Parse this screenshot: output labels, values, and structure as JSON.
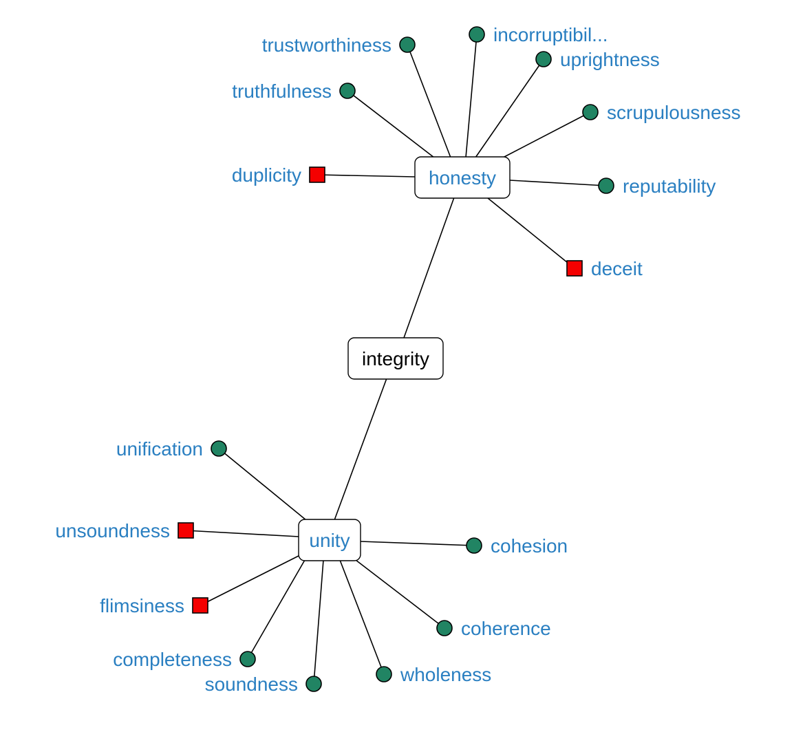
{
  "colors": {
    "label": "#2a7fc1",
    "root_label": "#000000",
    "synonym_node": "#218463",
    "antonym_node": "#f50000"
  },
  "root": {
    "id": "integrity",
    "label": "integrity"
  },
  "hubs": [
    {
      "id": "honesty",
      "label": "honesty",
      "leaves": [
        {
          "id": "trustworthiness",
          "label": "trustworthiness",
          "kind": "synonym"
        },
        {
          "id": "incorruptibility",
          "label": "incorruptibil...",
          "kind": "synonym"
        },
        {
          "id": "uprightness",
          "label": "uprightness",
          "kind": "synonym"
        },
        {
          "id": "truthfulness",
          "label": "truthfulness",
          "kind": "synonym"
        },
        {
          "id": "scrupulousness",
          "label": "scrupulousness",
          "kind": "synonym"
        },
        {
          "id": "duplicity",
          "label": "duplicity",
          "kind": "antonym"
        },
        {
          "id": "reputability",
          "label": "reputability",
          "kind": "synonym"
        },
        {
          "id": "deceit",
          "label": "deceit",
          "kind": "antonym"
        }
      ]
    },
    {
      "id": "unity",
      "label": "unity",
      "leaves": [
        {
          "id": "unification",
          "label": "unification",
          "kind": "synonym"
        },
        {
          "id": "unsoundness",
          "label": "unsoundness",
          "kind": "antonym"
        },
        {
          "id": "cohesion",
          "label": "cohesion",
          "kind": "synonym"
        },
        {
          "id": "flimsiness",
          "label": "flimsiness",
          "kind": "antonym"
        },
        {
          "id": "coherence",
          "label": "coherence",
          "kind": "synonym"
        },
        {
          "id": "completeness",
          "label": "completeness",
          "kind": "synonym"
        },
        {
          "id": "wholeness",
          "label": "wholeness",
          "kind": "synonym"
        },
        {
          "id": "soundness",
          "label": "soundness",
          "kind": "synonym"
        }
      ]
    }
  ]
}
